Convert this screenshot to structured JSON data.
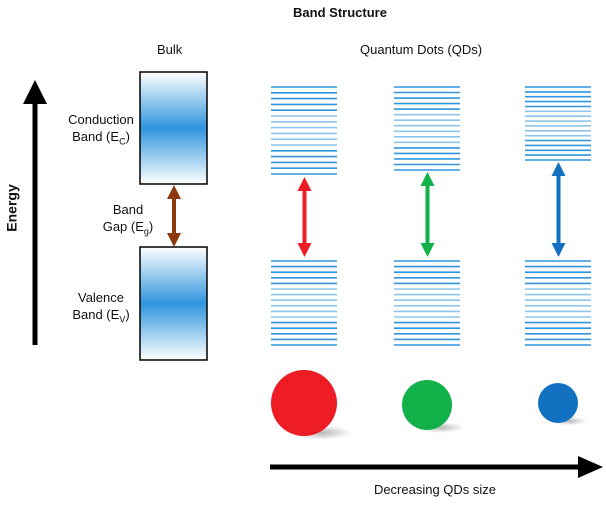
{
  "title": "Band Structure",
  "bulk_label": "Bulk",
  "qd_label": "Quantum Dots (QDs)",
  "energy_label": "Energy",
  "conduction": {
    "line1": "Conduction",
    "line2": "Band (E",
    "sub": "C",
    "end": ")"
  },
  "gap": {
    "line1": "Band",
    "line2": "Gap (E",
    "sub": "g",
    "end": ")"
  },
  "valence": {
    "line1": "Valence",
    "line2": "Band (E",
    "sub": "V",
    "end": ")"
  },
  "x_axis_label": "Decreasing QDs size",
  "colors": {
    "band_blue": "#2f95dd",
    "bulk_arrow": "#8b3a0e",
    "qd_red": "#ee1c24",
    "qd_green": "#13b14a",
    "qd_blue": "#1272c1"
  },
  "quantum_dots": [
    {
      "name": "large-qd",
      "color": "qd_red",
      "size_rank": 3
    },
    {
      "name": "medium-qd",
      "color": "qd_green",
      "size_rank": 2
    },
    {
      "name": "small-qd",
      "color": "qd_blue",
      "size_rank": 1
    }
  ]
}
